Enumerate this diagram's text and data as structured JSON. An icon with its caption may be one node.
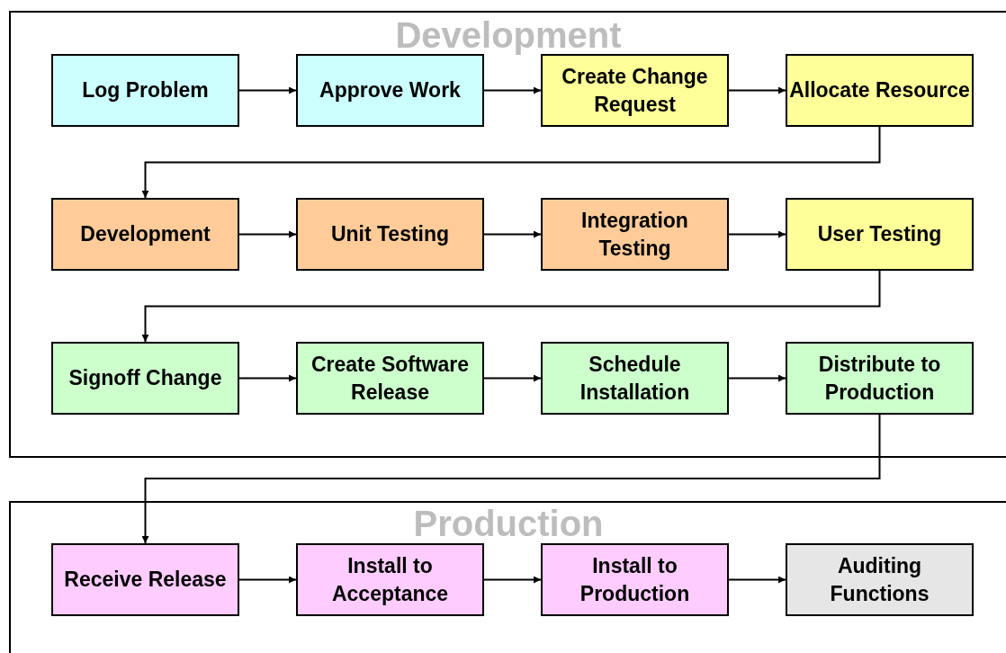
{
  "diagram": {
    "nodes": [
      {
        "text": [
          "Development"
        ]
      },
      {
        "text": [
          "Log Problem"
        ],
        "in": 0
      },
      {
        "text": [
          "Approve Work"
        ],
        "in": 0
      },
      {
        "text": [
          "Create Change Request"
        ],
        "in": 0
      },
      {
        "text": [
          "Allocate Resource"
        ],
        "in": 0
      },
      {
        "text": [
          "Development"
        ],
        "in": 0
      },
      {
        "text": [
          "Unit Testing"
        ],
        "in": 0
      },
      {
        "text": [
          "Integration Testing"
        ],
        "in": 0
      },
      {
        "text": [
          "User Testing"
        ],
        "in": 0
      },
      {
        "text": [
          "Signoff Change"
        ],
        "in": 0
      },
      {
        "text": [
          "Create Software Release"
        ],
        "in": 0
      },
      {
        "text": [
          "Schedule Installation"
        ],
        "in": 0
      },
      {
        "text": [
          "Distribute to Production"
        ],
        "in": 0
      },
      {
        "text": [
          "Production"
        ]
      },
      {
        "text": [
          "Receive Release"
        ],
        "in": 13
      },
      {
        "text": [
          "Install to Acceptance"
        ],
        "in": 13
      },
      {
        "text": [
          "Install to Production"
        ],
        "in": 13
      },
      {
        "text": [
          "Auditing Functions"
        ],
        "in": 13
      }
    ],
    "edges": [
      {
        "from": 1,
        "to": 2,
        "arrow": "to"
      },
      {
        "from": 2,
        "to": 3,
        "arrow": "to"
      },
      {
        "from": 3,
        "to": 4,
        "arrow": "to"
      },
      {
        "from": 4,
        "to": 5,
        "arrow": "to"
      },
      {
        "from": 5,
        "to": 6,
        "arrow": "to"
      },
      {
        "from": 6,
        "to": 7,
        "arrow": "to"
      },
      {
        "from": 7,
        "to": 8,
        "arrow": "to"
      },
      {
        "from": 8,
        "to": 9,
        "arrow": "to"
      },
      {
        "from": 9,
        "to": 10,
        "arrow": "to"
      },
      {
        "from": 10,
        "to": 11,
        "arrow": "to"
      },
      {
        "from": 11,
        "to": 12,
        "arrow": "to"
      },
      {
        "from": 12,
        "to": 14,
        "arrow": "to"
      },
      {
        "from": 14,
        "to": 15,
        "arrow": "to"
      },
      {
        "from": 15,
        "to": 16,
        "arrow": "to"
      },
      {
        "from": 16,
        "to": 17,
        "arrow": "to"
      }
    ]
  }
}
